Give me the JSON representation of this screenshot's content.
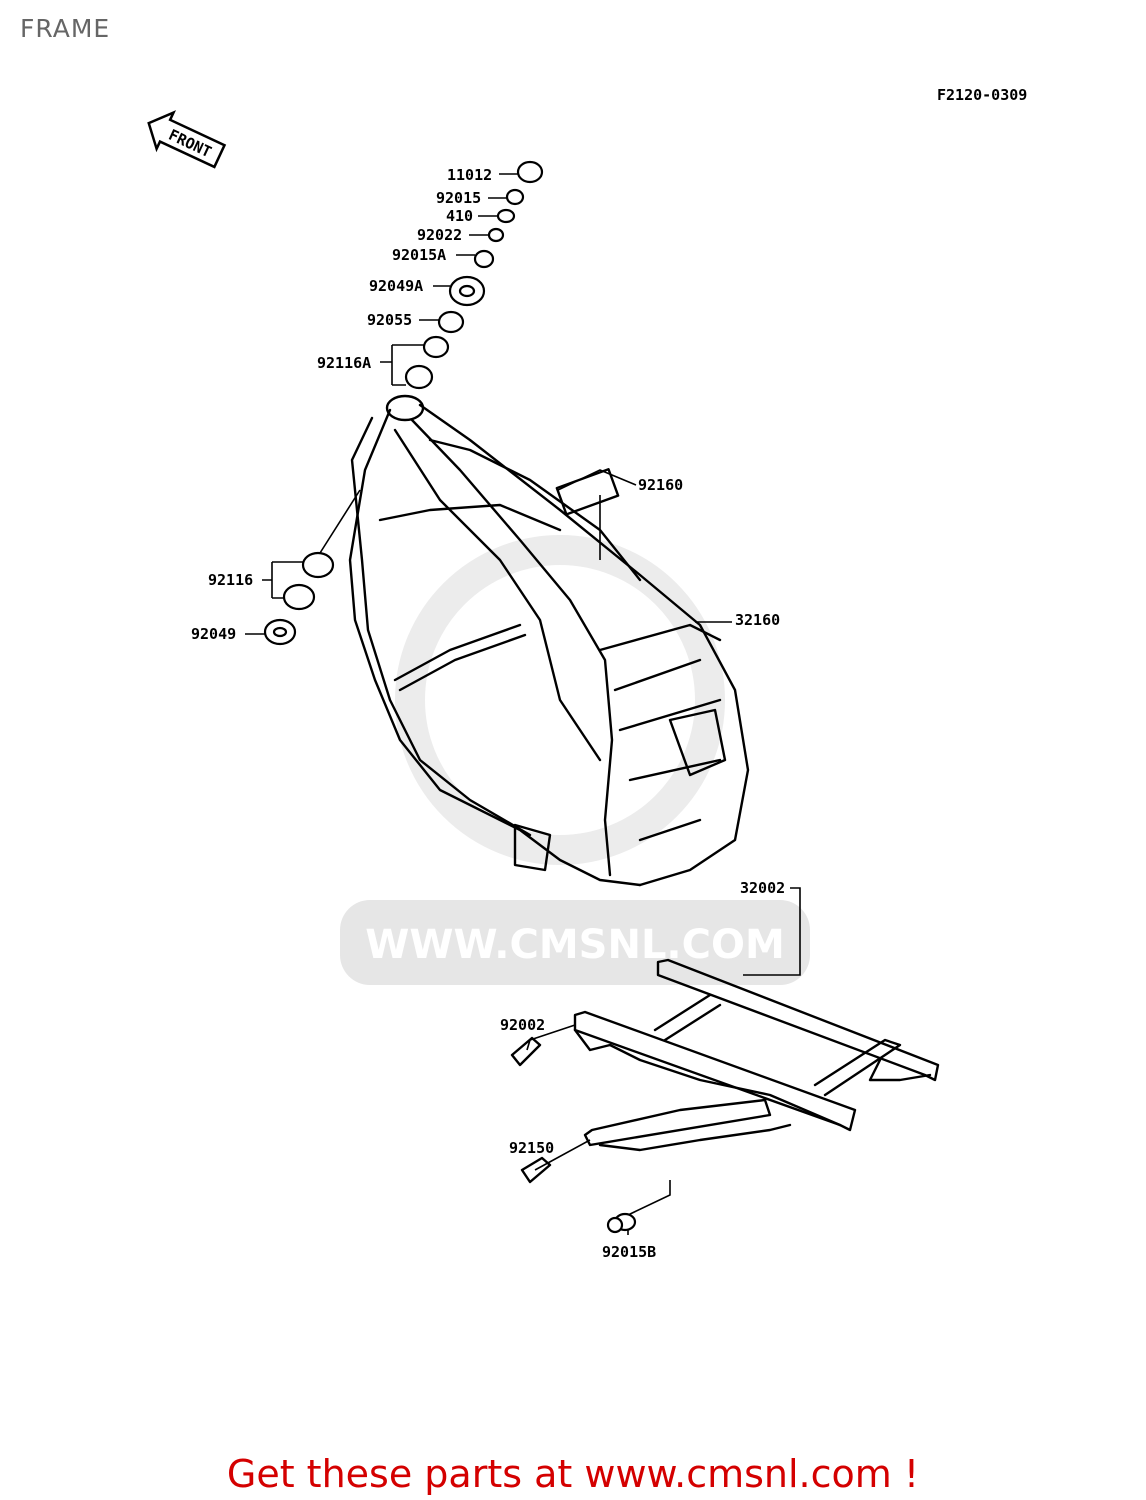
{
  "page_title": "FRAME",
  "diagram_code": "F2120-0309",
  "front_arrow_label": "FRONT",
  "watermark": "WWW.CMSNL.COM",
  "parts": {
    "p11012": "11012",
    "p92015": "92015",
    "p410": "410",
    "p92022": "92022",
    "p92015A": "92015A",
    "p92049A": "92049A",
    "p92055": "92055",
    "p92116A": "92116A",
    "p92160": "92160",
    "p32160": "32160",
    "p92116": "92116",
    "p92049": "92049",
    "p32002": "32002",
    "p92002": "92002",
    "p92150": "92150",
    "p92015B": "92015B"
  },
  "footer_link": "Get these parts at www.cmsnl.com !"
}
